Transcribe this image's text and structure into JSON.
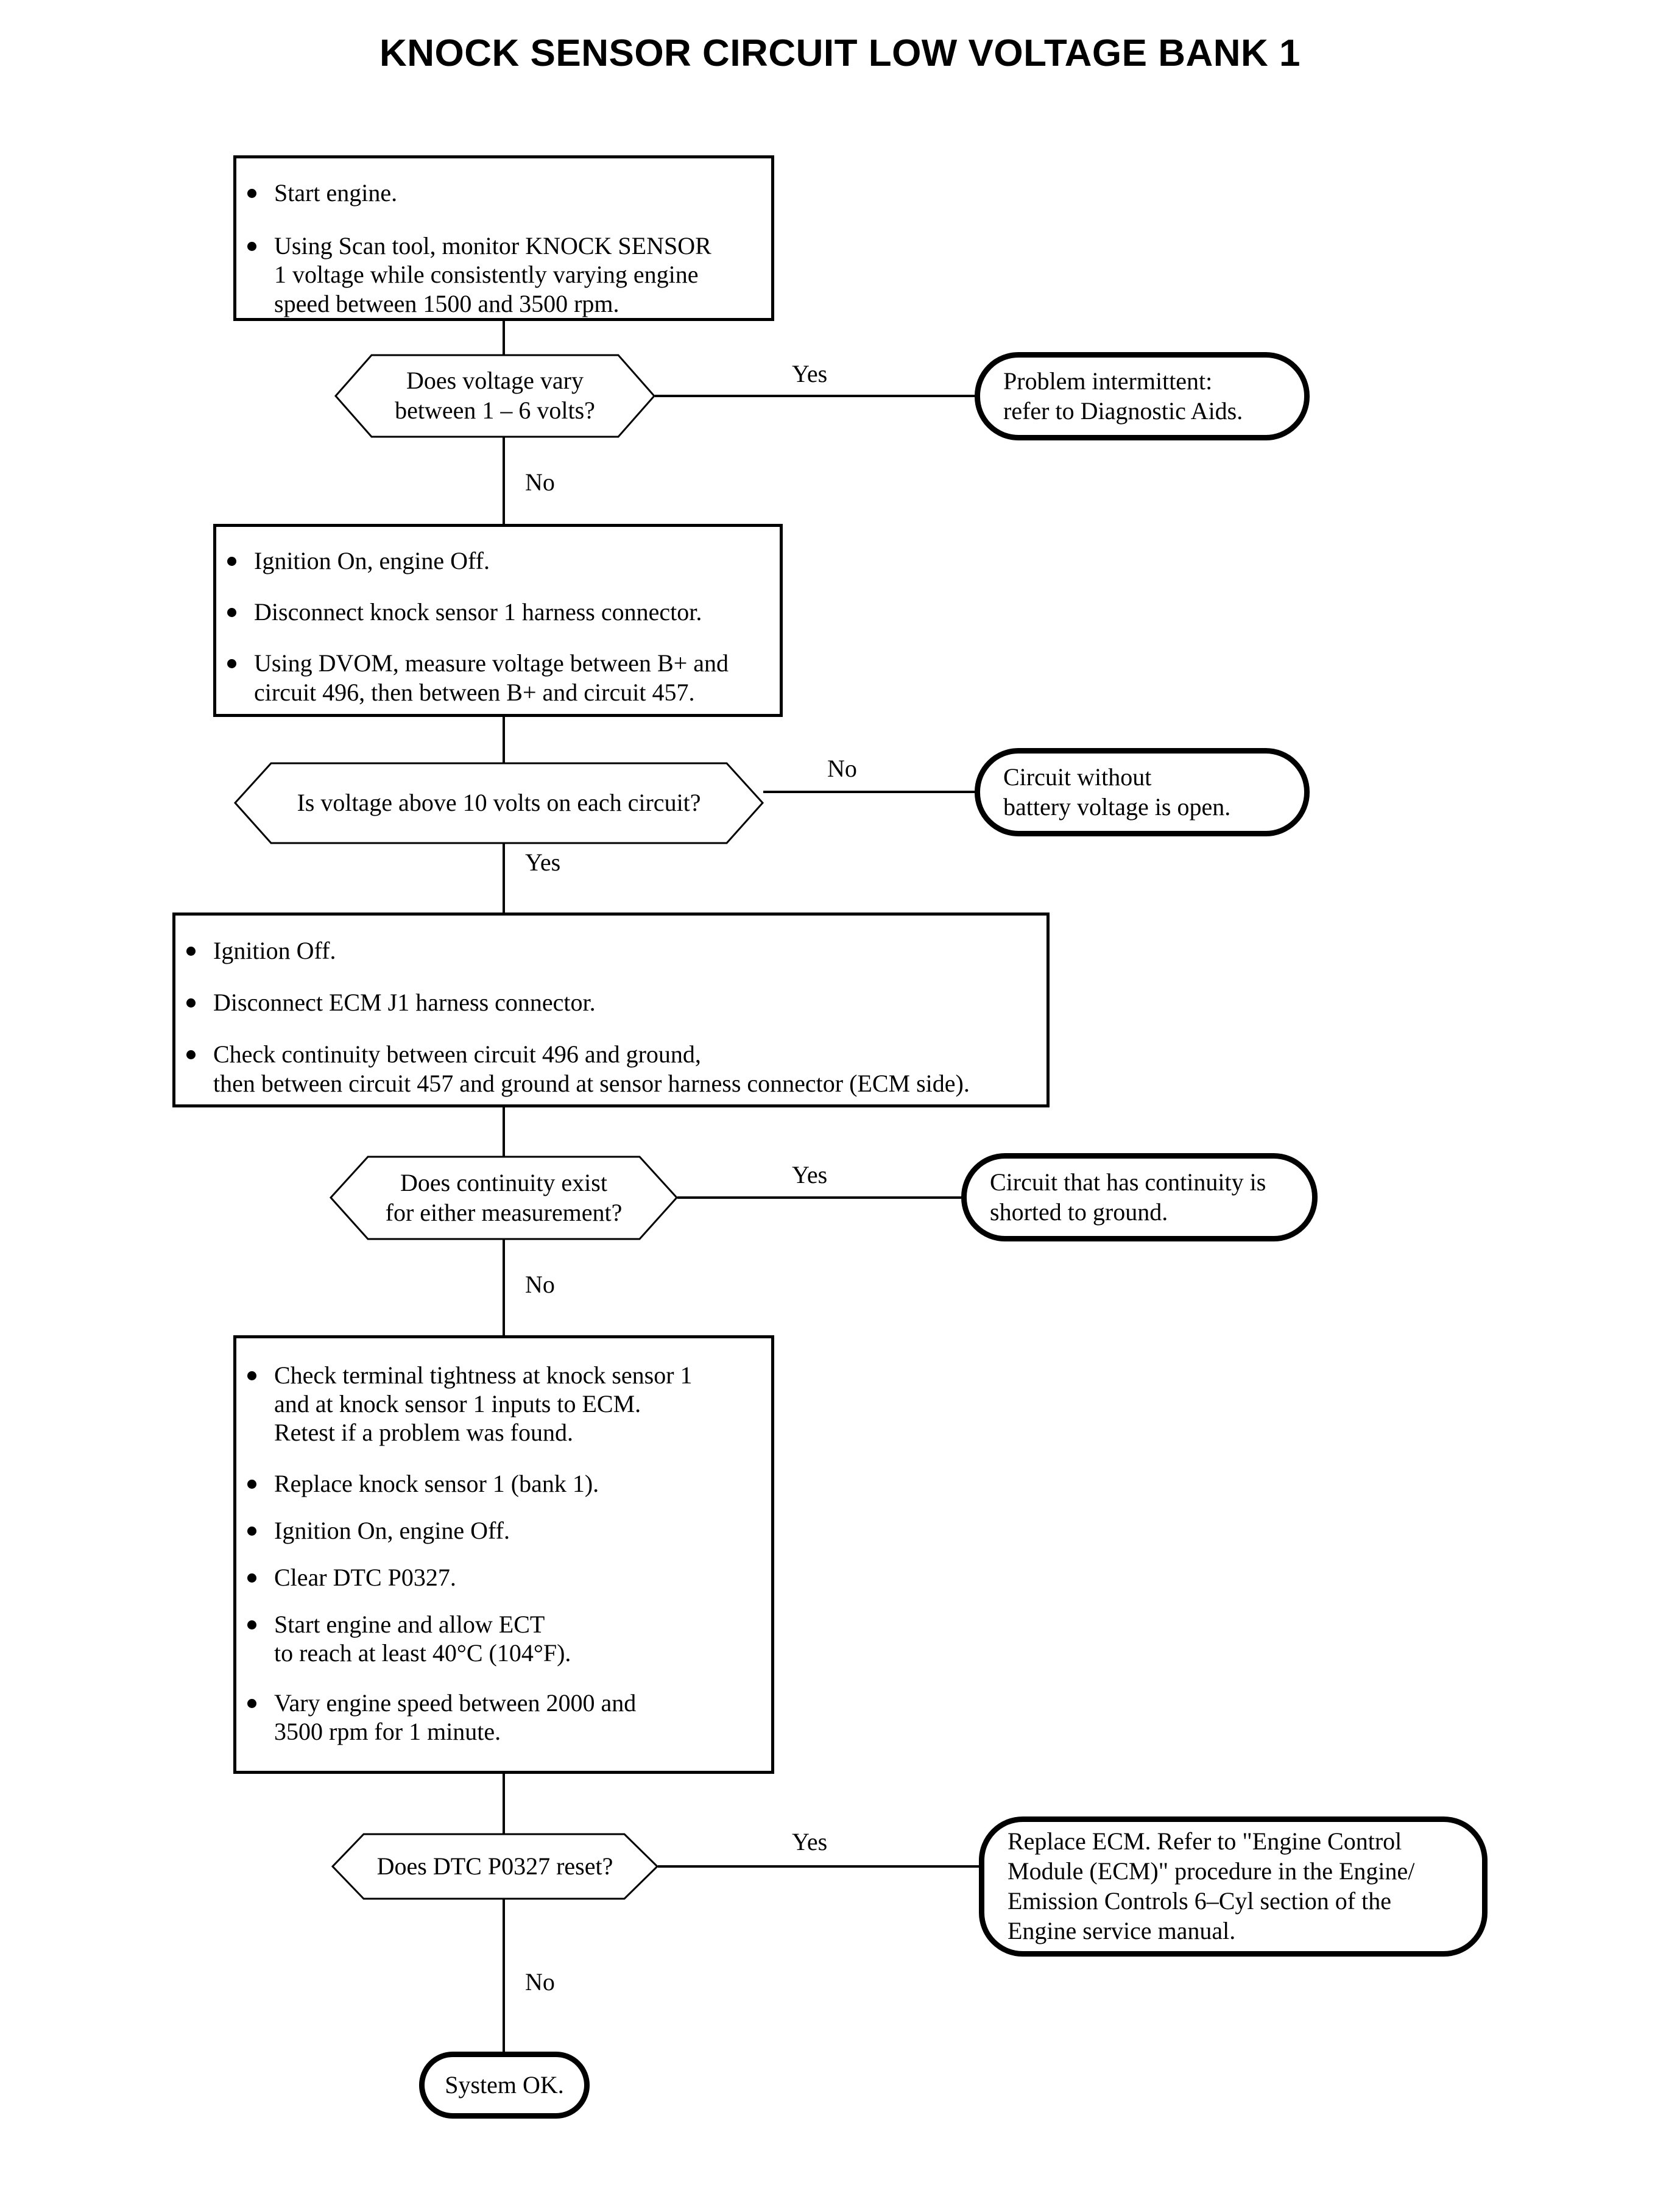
{
  "title": "KNOCK SENSOR CIRCUIT LOW VOLTAGE BANK 1",
  "chart_data": {
    "type": "flowchart",
    "title": "KNOCK SENSOR CIRCUIT LOW VOLTAGE BANK 1",
    "orientation": "top-to-bottom",
    "node_count": 11
  },
  "nodes": {
    "process1": {
      "kind": "process",
      "bullets": [
        [
          "Start engine."
        ],
        [
          "Using Scan tool, monitor KNOCK SENSOR",
          "1 voltage while consistently varying engine",
          "speed between 1500 and 3500 rpm."
        ]
      ]
    },
    "decision1": {
      "kind": "decision",
      "lines": [
        "Does voltage vary",
        "between 1 – 6 volts?"
      ],
      "yes_label": "Yes",
      "no_label": "No"
    },
    "terminator1": {
      "kind": "terminator",
      "lines": [
        "Problem intermittent:",
        "refer to Diagnostic Aids."
      ]
    },
    "process2": {
      "kind": "process",
      "bullets": [
        [
          "Ignition On, engine Off."
        ],
        [
          "Disconnect knock sensor 1 harness connector."
        ],
        [
          "Using DVOM, measure voltage between B+ and",
          "circuit 496, then between B+ and circuit 457."
        ]
      ]
    },
    "decision2": {
      "kind": "decision",
      "lines": [
        "Is voltage above 10 volts on each circuit?"
      ],
      "yes_label": "Yes",
      "no_label": "No"
    },
    "terminator2": {
      "kind": "terminator",
      "lines": [
        "Circuit without",
        "battery voltage is open."
      ]
    },
    "process3": {
      "kind": "process",
      "bullets": [
        [
          "Ignition Off."
        ],
        [
          "Disconnect ECM J1 harness connector."
        ],
        [
          "Check continuity between circuit 496 and ground,",
          "then between circuit 457 and ground at sensor harness connector (ECM side)."
        ]
      ]
    },
    "decision3": {
      "kind": "decision",
      "lines": [
        "Does continuity exist",
        "for either measurement?"
      ],
      "yes_label": "Yes",
      "no_label": "No"
    },
    "terminator3": {
      "kind": "terminator",
      "lines": [
        "Circuit that has continuity is",
        "shorted to ground."
      ]
    },
    "process4": {
      "kind": "process",
      "bullets": [
        [
          "Check terminal tightness at knock sensor 1",
          "and at knock sensor 1 inputs to ECM.",
          "Retest if a problem was found."
        ],
        [
          "Replace knock sensor 1 (bank 1)."
        ],
        [
          "Ignition On, engine Off."
        ],
        [
          "Clear DTC P0327."
        ],
        [
          "Start engine and allow ECT",
          "to reach at least 40°C (104°F)."
        ],
        [
          "Vary engine speed between 2000 and",
          "3500 rpm for 1 minute."
        ]
      ]
    },
    "decision4": {
      "kind": "decision",
      "lines": [
        "Does DTC P0327 reset?"
      ],
      "yes_label": "Yes",
      "no_label": "No"
    },
    "terminator4": {
      "kind": "terminator",
      "lines": [
        "Replace ECM. Refer to \"Engine Control",
        "Module (ECM)\" procedure in the Engine/",
        "Emission Controls 6–Cyl section of the",
        "Engine service manual."
      ]
    },
    "terminator5": {
      "kind": "terminator",
      "lines": [
        "System OK."
      ]
    }
  },
  "colors": {
    "ink": "#000000",
    "paper": "#ffffff"
  }
}
